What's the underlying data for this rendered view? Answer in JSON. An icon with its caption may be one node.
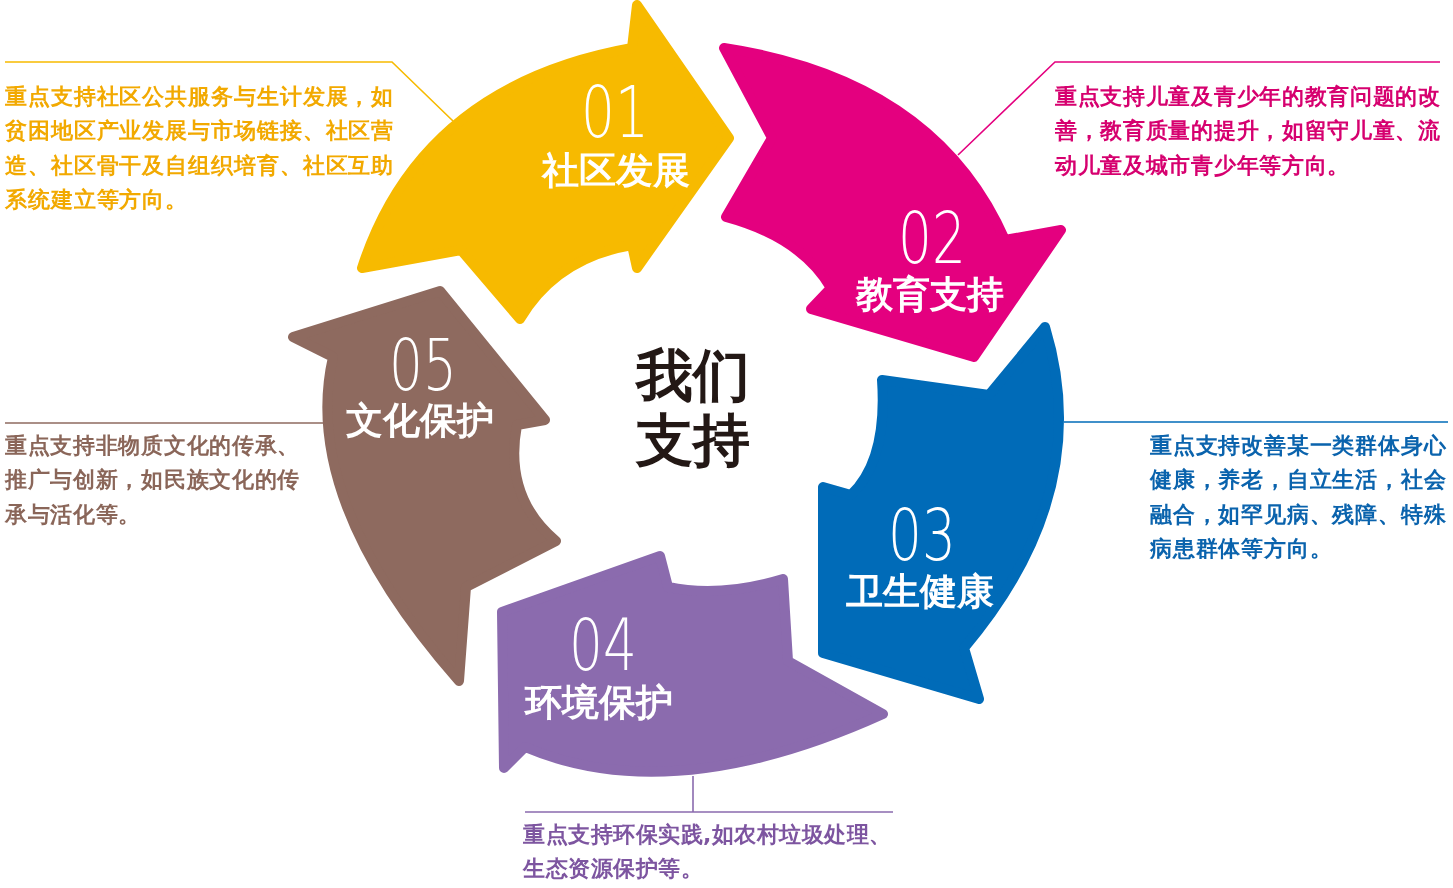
{
  "diagram": {
    "nodes": [
      {
        "text": [
          "01",
          "社区发展"
        ]
      },
      {
        "text": [
          "02",
          "教育支持"
        ]
      },
      {
        "text": [
          "03",
          "卫生健康"
        ]
      },
      {
        "text": [
          "04",
          "环境保护"
        ]
      },
      {
        "text": [
          "05",
          "文化保护"
        ]
      },
      {
        "text": [
          "重点支持社区公共服务与生计发展，如贫困地区产业发展与市场链接、社区营造、社区骨干及自组织培育、社区互助系统建立等方向。"
        ]
      },
      {
        "text": [
          "重点支持儿童及青少年的教育问题的改善，教育质量的提升，如留守儿童、流动儿童及城市青少年等方向。"
        ]
      },
      {
        "text": [
          "重点支持改善某一类群体身心健康，养老，自立生活，社会融合，如罕见病、残障、特殊病患群体等方向。"
        ]
      },
      {
        "text": [
          "重点支持环保实践,如农村垃圾处理、生态资源保护等。"
        ]
      },
      {
        "text": [
          "重点支持非物质文化的传承、推广与创新，如民族文化的传承与活化等。"
        ]
      }
    ],
    "edges": [
      {
        "from": 5,
        "to": 0,
        "arrow": "none",
        "color": "#f7ba00"
      },
      {
        "from": 6,
        "to": 1,
        "arrow": "none",
        "color": "#e4007f"
      },
      {
        "from": 7,
        "to": 2,
        "arrow": "none",
        "color": "#006bb8"
      },
      {
        "from": 8,
        "to": 3,
        "arrow": "none",
        "color": "#8b6bae"
      },
      {
        "from": 9,
        "to": 4,
        "arrow": "none",
        "color": "#8e6a5f"
      }
    ],
    "labels": [
      "我们支持"
    ]
  }
}
